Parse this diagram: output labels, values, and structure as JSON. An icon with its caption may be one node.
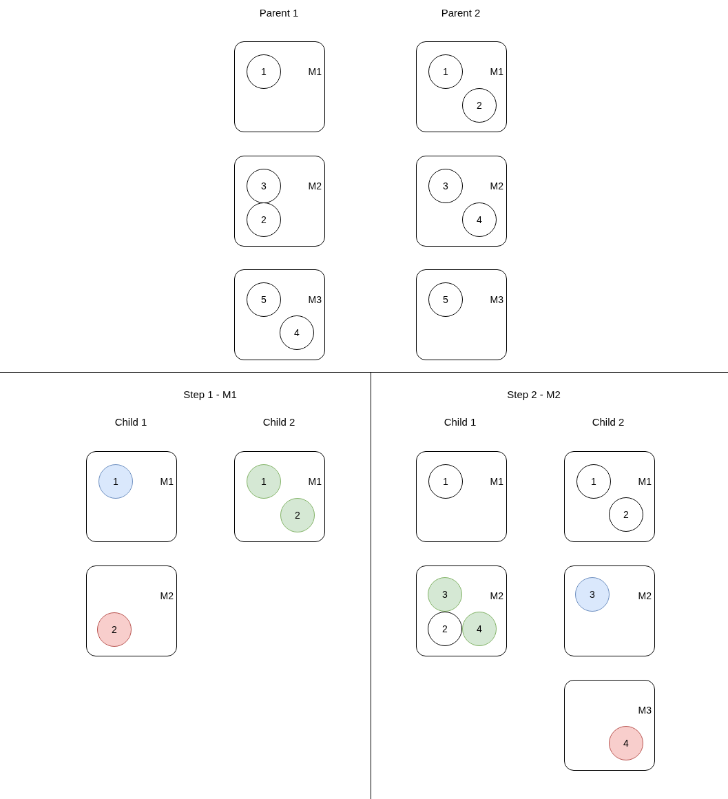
{
  "diagram": {
    "nodes": [
      {
        "text": [
          "M1"
        ]
      },
      {
        "text": [
          "1"
        ],
        "in": 0
      },
      {
        "text": [
          "M2"
        ]
      },
      {
        "text": [
          "3"
        ],
        "in": 2
      },
      {
        "text": [
          "2"
        ],
        "in": 2
      },
      {
        "text": [
          "M3"
        ]
      },
      {
        "text": [
          "5"
        ],
        "in": 5
      },
      {
        "text": [
          "4"
        ],
        "in": 5
      },
      {
        "text": [
          "M1"
        ]
      },
      {
        "text": [
          "1"
        ],
        "in": 8
      },
      {
        "text": [
          "2"
        ],
        "in": 8
      },
      {
        "text": [
          "M2"
        ]
      },
      {
        "text": [
          "3"
        ],
        "in": 11
      },
      {
        "text": [
          "4"
        ],
        "in": 11
      },
      {
        "text": [
          "M3"
        ]
      },
      {
        "text": [
          "5"
        ],
        "in": 14
      },
      {
        "text": [
          "M1"
        ]
      },
      {
        "text": [
          "1"
        ],
        "in": 16
      },
      {
        "text": [
          "M2"
        ]
      },
      {
        "text": [
          "2"
        ],
        "in": 18
      },
      {
        "text": [
          "M1"
        ]
      },
      {
        "text": [
          "1"
        ],
        "in": 20
      },
      {
        "text": [
          "2"
        ],
        "in": 20
      },
      {
        "text": [
          "M1"
        ]
      },
      {
        "text": [
          "1"
        ],
        "in": 23
      },
      {
        "text": [
          "M2"
        ]
      },
      {
        "text": [
          "3"
        ],
        "in": 25
      },
      {
        "text": [
          "2"
        ],
        "in": 25
      },
      {
        "text": [
          "4"
        ],
        "in": 25
      },
      {
        "text": [
          "M1"
        ]
      },
      {
        "text": [
          "1"
        ],
        "in": 29
      },
      {
        "text": [
          "2"
        ],
        "in": 29
      },
      {
        "text": [
          "M2"
        ]
      },
      {
        "text": [
          "3"
        ],
        "in": 32
      },
      {
        "text": [
          "M3"
        ]
      },
      {
        "text": [
          "4"
        ],
        "in": 34
      }
    ],
    "edges": [],
    "labels": [
      "Parent 1",
      "Parent 2",
      "Step 1 - M1",
      "Child 1",
      "Child 2",
      "Step 2 - M2",
      "Child 1",
      "Child 2"
    ]
  }
}
